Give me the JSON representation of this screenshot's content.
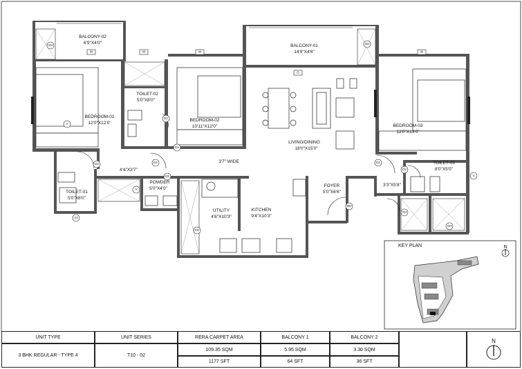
{
  "rooms": {
    "balcony_02": {
      "name": "BALCONY-02",
      "size": "6'9\"X4'0\""
    },
    "balcony_01": {
      "name": "BALCONY-01",
      "size": "14'9\"X4'6\""
    },
    "bedroom_01": {
      "name": "BEDROOM-01",
      "size": "12'0\"X12'0\""
    },
    "toilet_02": {
      "name": "TOILET-02",
      "size": "5'0\"X8'0\""
    },
    "bedroom_02": {
      "name": "BEDROOM-02",
      "size": "10'11\"X12'0\""
    },
    "living_dining": {
      "name": "LIVING/DINING",
      "size": "18'0\"X15'0\""
    },
    "bedroom_03": {
      "name": "BEDROOM-03",
      "size": "12'0\"X13'0\""
    },
    "toilet_03": {
      "name": "TOILET-03",
      "size": "8'0\"X5'0\""
    },
    "toilet_01": {
      "name": "TOILET-01",
      "size": "5'0\"X8'0\""
    },
    "powder": {
      "name": "POWDER",
      "size": "5'0\"X4'0\""
    },
    "utility": {
      "name": "UTILITY",
      "size": "4'6\"X10'3\""
    },
    "kitchen": {
      "name": "KITCHEN",
      "size": "9'4\"X10'3\""
    },
    "foyer": {
      "name": "FOYER",
      "size": "5'0\"X6'6\""
    }
  },
  "annotations": {
    "passage": "4'4\"X3'7\"",
    "wide": "3'7\" WIDE",
    "closet": "3'3\"X5'8\""
  },
  "tags": {
    "sh": "SH",
    "w": "W",
    "d": "D",
    "d1": "D1",
    "d2": "D2",
    "v": "V",
    "v2": "V2",
    "md": "MD",
    "ke": "KE"
  },
  "key_plan": {
    "title": "KEY PLAN",
    "north": "N"
  },
  "table": {
    "headers": [
      "UNIT TYPE",
      "UNIT SERIES",
      "RERA CARPET AREA",
      "BALCONY 1",
      "BALCONY 2"
    ],
    "unit_type": "3 BHK REGULAR - TYPE 4",
    "unit_series": "T10 - 02",
    "rera_sqm": "109.35 SQM",
    "rera_sft": "1177 SFT",
    "balcony1_sqm": "5.95 SQM",
    "balcony1_sft": "64 SFT",
    "balcony2_sqm": "3.30 SQM",
    "balcony2_sft": "36 SFT",
    "north": "N"
  },
  "colors": {
    "wall": "#555555",
    "line": "#222222",
    "hatch": "#888888"
  }
}
